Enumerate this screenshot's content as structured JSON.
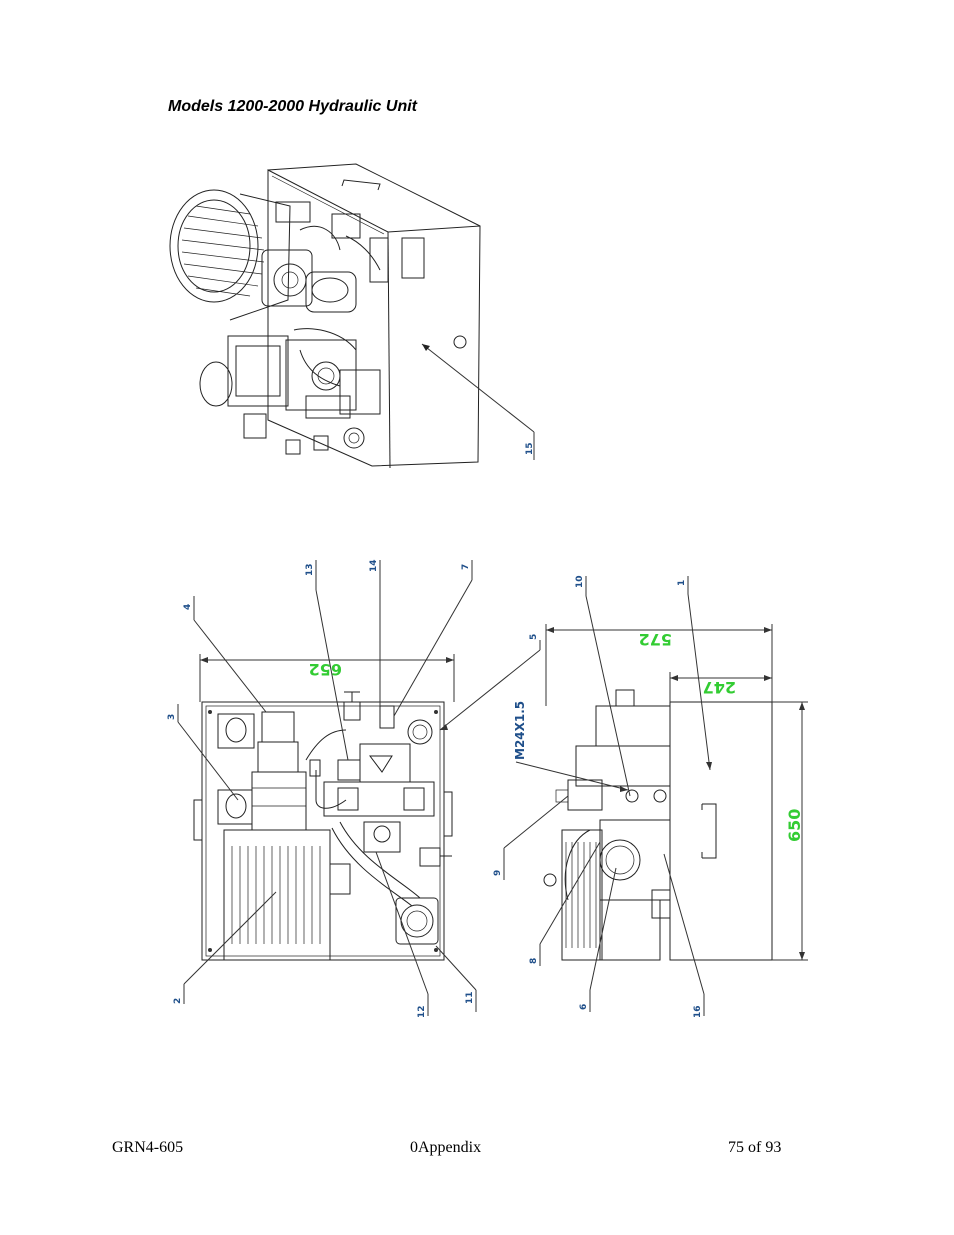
{
  "page": {
    "title": "Models 1200-2000 Hydraulic Unit",
    "footer_left": "GRN4-605",
    "footer_center": "0Appendix",
    "footer_right": "75 of 93"
  },
  "iso_view": {
    "callouts": [
      "15"
    ]
  },
  "front_view": {
    "dimension": "652",
    "callouts": [
      "4",
      "13",
      "14",
      "7",
      "3",
      "2",
      "12",
      "11"
    ]
  },
  "side_view": {
    "dimension_width": "572",
    "dimension_offset": "247",
    "dimension_height": "650",
    "thread_label": "M24X1.5",
    "callouts": [
      "10",
      "1",
      "5",
      "9",
      "8",
      "6",
      "16"
    ]
  }
}
